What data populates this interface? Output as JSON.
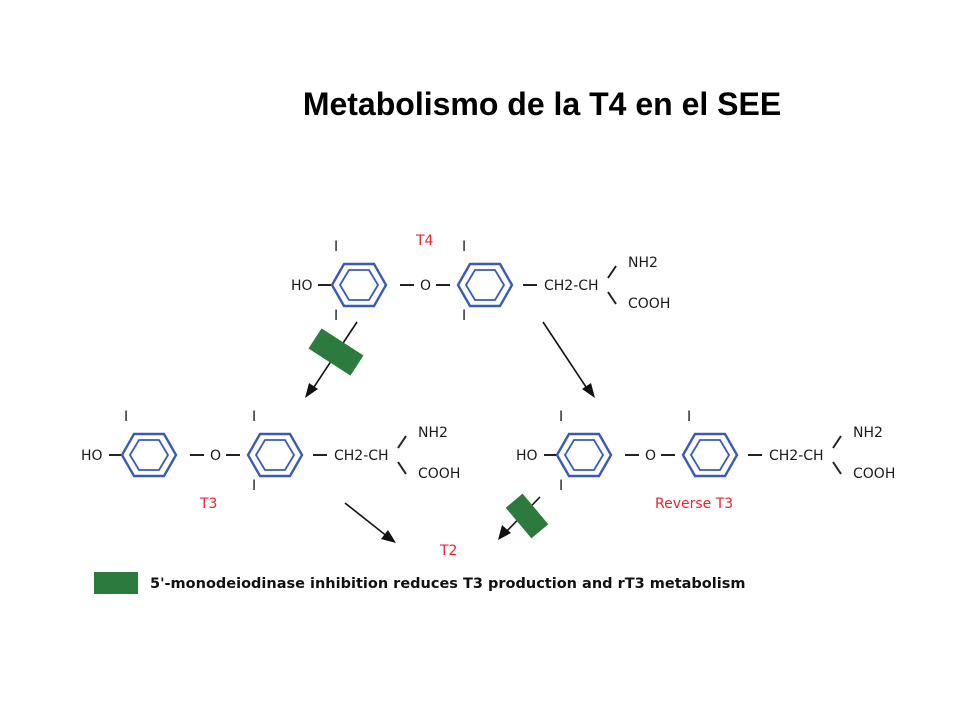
{
  "title": "Metabolismo de la T4 en el SEE",
  "colors": {
    "ring": "#3a5bb5",
    "label_red": "#e8262c",
    "inhibition_green": "#2d7a3f",
    "text": "#1a1a1a"
  },
  "molecules": {
    "t4": {
      "name": "T4",
      "ho": "HO",
      "o": "O",
      "ring1_iodine_top": "I",
      "ring1_iodine_bottom": "I",
      "ring2_iodine_top": "I",
      "ring2_iodine_bottom": "I",
      "chain": "CH2-CH",
      "nh2": "NH2",
      "cooh": "COOH"
    },
    "t3": {
      "name": "T3",
      "ho": "HO",
      "o": "O",
      "ring1_iodine_top": "I",
      "ring2_iodine_top": "I",
      "ring2_iodine_bottom": "I",
      "chain": "CH2-CH",
      "nh2": "NH2",
      "cooh": "COOH"
    },
    "rt3": {
      "name": "Reverse T3",
      "ho": "HO",
      "o": "O",
      "ring1_iodine_top": "I",
      "ring1_iodine_bottom": "I",
      "ring2_iodine_top": "I",
      "chain": "CH2-CH",
      "nh2": "NH2",
      "cooh": "COOH"
    },
    "t2": {
      "name": "T2"
    }
  },
  "legend": {
    "text": "5'-monodeiodinase inhibition reduces T3 production and rT3 metabolism"
  }
}
